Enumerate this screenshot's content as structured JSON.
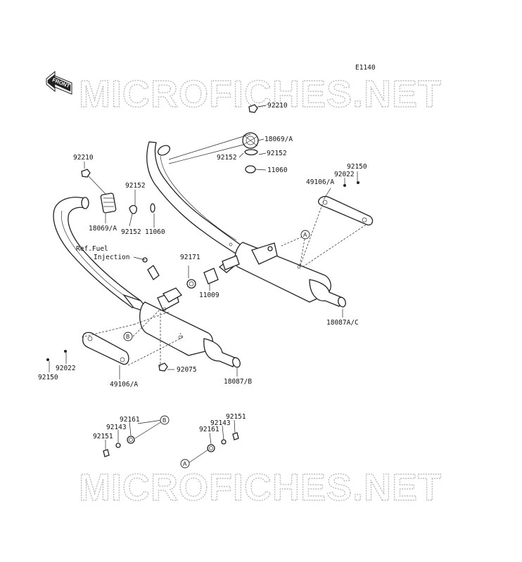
{
  "diagram_id": "E1140",
  "watermark": "MICROFICHES.NET",
  "front_badge": "FRONT",
  "ref_note": {
    "line1": "Ref.Fuel",
    "line2": "Injection"
  },
  "callouts": {
    "a": "A",
    "b": "B"
  },
  "labels": {
    "p92210_top": "92210",
    "p18069a_top": "18069/A",
    "p92152_left_top": "92152",
    "p92152_right_top": "92152",
    "p11060_top": "11060",
    "p92150_right": "92150",
    "p92022_right": "92022",
    "p49106a_right": "49106/A",
    "p92210_left": "92210",
    "p92152_mid": "92152",
    "p18069a_left": "18069/A",
    "p92152_low": "92152",
    "p11060_left": "11060",
    "p92171": "92171",
    "p11009": "11009",
    "p18087ac": "18087A/C",
    "p92022_left": "92022",
    "p92150_left": "92150",
    "p49106a_left": "49106/A",
    "p92075": "92075",
    "p18087b": "18087/B",
    "p92161_left": "92161",
    "p92143_left": "92143",
    "p92151_left": "92151",
    "p92151_right": "92151",
    "p92143_right": "92143",
    "p92161_right": "92161"
  }
}
